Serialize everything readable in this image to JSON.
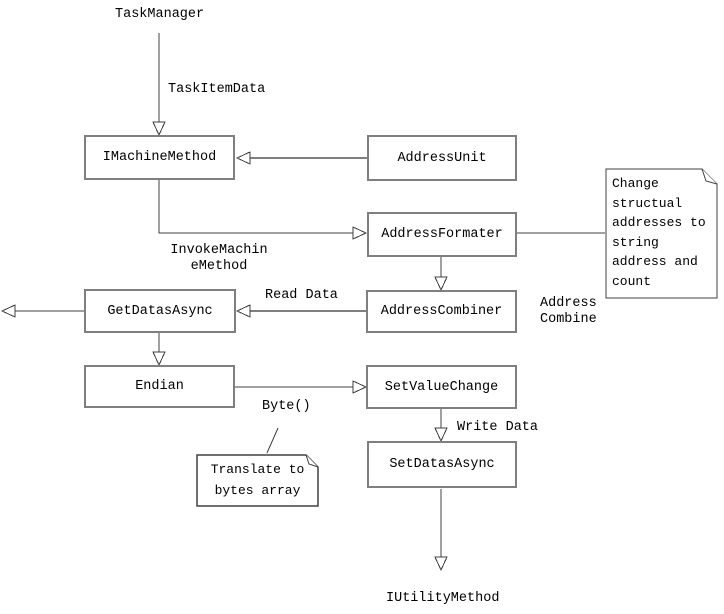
{
  "diagram": {
    "background_color": "#ffffff",
    "box_border_color": "#7f7f7f",
    "line_color": "#404040",
    "thick_line_color": "#7f7f7f",
    "text_color": "#000000"
  },
  "nodes": {
    "task_manager": "TaskManager",
    "imachine_method": "IMachineMethod",
    "address_unit": "AddressUnit",
    "address_formater": "AddressFormater",
    "address_combiner": "AddressCombiner",
    "get_datas_async": "GetDatasAsync",
    "endian": "Endian",
    "set_value_change": "SetValueChange",
    "set_datas_async": "SetDatasAsync",
    "iutility_method": "IUtilityMethod"
  },
  "edge_labels": {
    "task_item_data": "TaskItemData",
    "invoke_machine_method": "InvokeMachin\neMethod",
    "read_data": "Read Data",
    "address_combine": "Address\nCombine",
    "byte": "Byte()",
    "write_data": "Write Data"
  },
  "notes": {
    "change_structual": "Change structual addresses to string address and count",
    "translate_bytes": "Translate to bytes array"
  }
}
